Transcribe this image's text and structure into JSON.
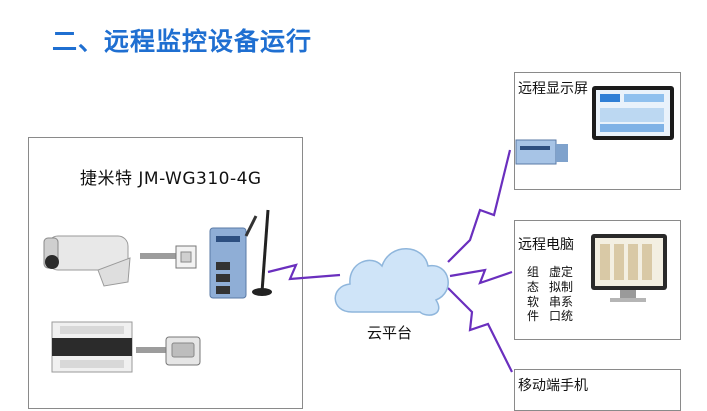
{
  "header": {
    "title": "二、远程监控设备运行"
  },
  "gateway_box": {
    "model_label": "捷米特 JM-WG310-4G"
  },
  "cloud": {
    "label": "云平台"
  },
  "right_panels": {
    "display": {
      "label": "远程显示屏"
    },
    "computer": {
      "label": "远程电脑",
      "left_chars": [
        "组",
        "态",
        "软",
        "件"
      ],
      "right_words": [
        "虚定",
        "拟制",
        "串系",
        "口统"
      ]
    },
    "mobile": {
      "label": "移动端手机"
    }
  },
  "colors": {
    "title": "#1f6fd1",
    "lightning": "#6a2fbe",
    "cloud": "#cfe4f8"
  }
}
